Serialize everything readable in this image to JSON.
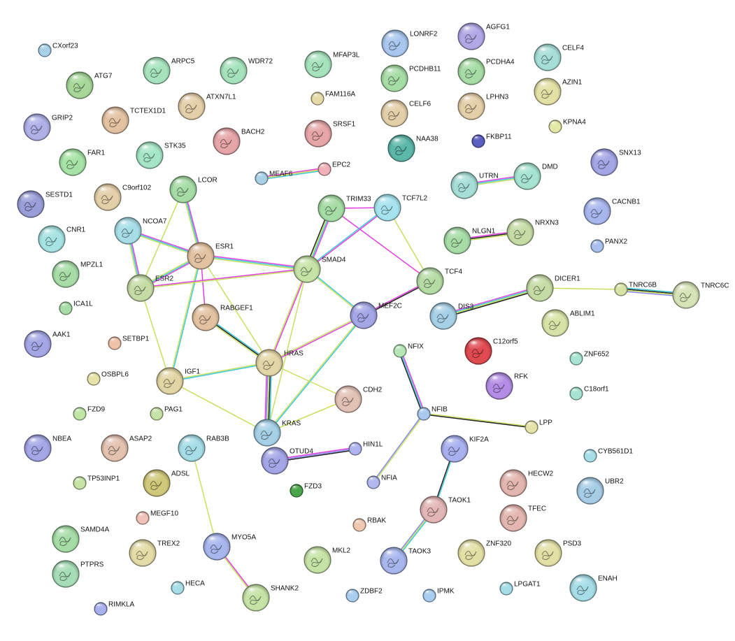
{
  "network": {
    "nodes": [
      {
        "id": "CXorf23",
        "color": "#a8d0e6",
        "size": "s"
      },
      {
        "id": "ATG7",
        "color": "#a7d89a",
        "size": "l"
      },
      {
        "id": "ARPC5",
        "color": "#a6e3bd",
        "size": "l"
      },
      {
        "id": "WDR72",
        "color": "#a6e3bd",
        "size": "l"
      },
      {
        "id": "MFAP3L",
        "color": "#a6e3bd",
        "size": "l"
      },
      {
        "id": "LONRF2",
        "color": "#a8c6ee",
        "size": "l"
      },
      {
        "id": "AGFG1",
        "color": "#b3a8e6",
        "size": "l"
      },
      {
        "id": "CELF4",
        "color": "#a6ded7",
        "size": "l"
      },
      {
        "id": "GRIP2",
        "color": "#aeb0e6",
        "size": "l"
      },
      {
        "id": "TCTEX1D1",
        "color": "#e3c2a2",
        "size": "l"
      },
      {
        "id": "ATXN7L1",
        "color": "#e3cfa8",
        "size": "l"
      },
      {
        "id": "FAM116A",
        "color": "#e6dba8",
        "size": "s"
      },
      {
        "id": "PCDHB11",
        "color": "#a6dca6",
        "size": "l"
      },
      {
        "id": "PCDHA4",
        "color": "#a6dca6",
        "size": "l"
      },
      {
        "id": "AZIN1",
        "color": "#e3e0a6",
        "size": "l"
      },
      {
        "id": "BACH2",
        "color": "#e6a6a8",
        "size": "l"
      },
      {
        "id": "SRSF1",
        "color": "#e6a6a8",
        "size": "l"
      },
      {
        "id": "CELF6",
        "color": "#e3cfa8",
        "size": "l"
      },
      {
        "id": "LPHN3",
        "color": "#e3cfa8",
        "size": "l"
      },
      {
        "id": "KPNA4",
        "color": "#e3e8a6",
        "size": "s"
      },
      {
        "id": "FAR1",
        "color": "#a6e3a6",
        "size": "l"
      },
      {
        "id": "STK35",
        "color": "#a6e6c6",
        "size": "l"
      },
      {
        "id": "NAA38",
        "color": "#5cb8a8",
        "size": "l"
      },
      {
        "id": "FKBP11",
        "color": "#5a5fc0",
        "size": "s"
      },
      {
        "id": "SNX13",
        "color": "#a4a6e6",
        "size": "l"
      },
      {
        "id": "MEAF6",
        "color": "#a8d0e6",
        "size": "s"
      },
      {
        "id": "EPC2",
        "color": "#f0b2b8",
        "size": "s"
      },
      {
        "id": "SESTD1",
        "color": "#9a9ed8",
        "size": "l"
      },
      {
        "id": "C9orf102",
        "color": "#e3cfa8",
        "size": "l"
      },
      {
        "id": "LCOR",
        "color": "#a6dca6",
        "size": "l"
      },
      {
        "id": "UTRN",
        "color": "#a6ded7",
        "size": "l"
      },
      {
        "id": "DMD",
        "color": "#a6e3d0",
        "size": "l"
      },
      {
        "id": "CACNB1",
        "color": "#a8b6ee",
        "size": "l"
      },
      {
        "id": "TRIM33",
        "color": "#a6dca6",
        "size": "l"
      },
      {
        "id": "TCF7L2",
        "color": "#a6e3ee",
        "size": "l"
      },
      {
        "id": "CNR1",
        "color": "#a6e3e3",
        "size": "l"
      },
      {
        "id": "NCOA7",
        "color": "#a6dde6",
        "size": "l"
      },
      {
        "id": "ESR1",
        "color": "#e3c2a2",
        "size": "l"
      },
      {
        "id": "NLGN1",
        "color": "#a6dca6",
        "size": "l"
      },
      {
        "id": "NRXN3",
        "color": "#c6dca6",
        "size": "l"
      },
      {
        "id": "PANX2",
        "color": "#a8c0ee",
        "size": "s"
      },
      {
        "id": "MPZL1",
        "color": "#a6dca6",
        "size": "l"
      },
      {
        "id": "SMAD4",
        "color": "#c6e3a6",
        "size": "l"
      },
      {
        "id": "ESR2",
        "color": "#c6dca6",
        "size": "l"
      },
      {
        "id": "TCF4",
        "color": "#b6dca6",
        "size": "l"
      },
      {
        "id": "DICER1",
        "color": "#c6dca6",
        "size": "l"
      },
      {
        "id": "TNRC6B",
        "color": "#d6e3a6",
        "size": "s"
      },
      {
        "id": "TNRC6C",
        "color": "#d6e3b6",
        "size": "l"
      },
      {
        "id": "ICA1L",
        "color": "#a6dca6",
        "size": "s"
      },
      {
        "id": "RABGEF1",
        "color": "#e3c2a2",
        "size": "l"
      },
      {
        "id": "MEF2C",
        "color": "#a4a6e6",
        "size": "l"
      },
      {
        "id": "DIS3",
        "color": "#a6d0e6",
        "size": "l"
      },
      {
        "id": "ABLIM1",
        "color": "#d6e3a6",
        "size": "l"
      },
      {
        "id": "AAK1",
        "color": "#a4a6e6",
        "size": "l"
      },
      {
        "id": "C12orf5",
        "color": "#e04a50",
        "size": "l"
      },
      {
        "id": "SETBP1",
        "color": "#f0c2a8",
        "size": "s"
      },
      {
        "id": "NFIX",
        "color": "#b6e6b6",
        "size": "s"
      },
      {
        "id": "ZNF652",
        "color": "#a6e3d0",
        "size": "s"
      },
      {
        "id": "HRAS",
        "color": "#e3d6a6",
        "size": "l"
      },
      {
        "id": "IGF1",
        "color": "#e3d6a6",
        "size": "l"
      },
      {
        "id": "OSBPL6",
        "color": "#e6e3a8",
        "size": "s"
      },
      {
        "id": "RFK",
        "color": "#b48ee6",
        "size": "l"
      },
      {
        "id": "C18orf1",
        "color": "#a6e3d0",
        "size": "s"
      },
      {
        "id": "CDH2",
        "color": "#e3c2b6",
        "size": "l"
      },
      {
        "id": "FZD9",
        "color": "#c0e6a6",
        "size": "s"
      },
      {
        "id": "PAG1",
        "color": "#c6e3a6",
        "size": "s"
      },
      {
        "id": "NFIB",
        "color": "#a8c8ee",
        "size": "s"
      },
      {
        "id": "LPP",
        "color": "#e6e3a8",
        "size": "s"
      },
      {
        "id": "KRAS",
        "color": "#a6d0e6",
        "size": "l"
      },
      {
        "id": "NBEA",
        "color": "#a4a6e6",
        "size": "l"
      },
      {
        "id": "ASAP2",
        "color": "#e3c2b0",
        "size": "l"
      },
      {
        "id": "RAB3B",
        "color": "#a6dde6",
        "size": "l"
      },
      {
        "id": "OTUD4",
        "color": "#a4a6e6",
        "size": "l"
      },
      {
        "id": "HIN1L",
        "color": "#b0b4ee",
        "size": "s"
      },
      {
        "id": "KIF2A",
        "color": "#a8b0ee",
        "size": "l"
      },
      {
        "id": "CYB561D1",
        "color": "#a6dde6",
        "size": "s"
      },
      {
        "id": "TP53INP1",
        "color": "#c6e3a6",
        "size": "s"
      },
      {
        "id": "ADSL",
        "color": "#d0c87a",
        "size": "l"
      },
      {
        "id": "FZD3",
        "color": "#4aa64a",
        "size": "s"
      },
      {
        "id": "NFIA",
        "color": "#b0b8ee",
        "size": "s"
      },
      {
        "id": "HECW2",
        "color": "#e3b6b0",
        "size": "l"
      },
      {
        "id": "UBR2",
        "color": "#a6cde6",
        "size": "l"
      },
      {
        "id": "MEGF10",
        "color": "#f0c2b8",
        "size": "s"
      },
      {
        "id": "TAOK1",
        "color": "#e3b6b6",
        "size": "l"
      },
      {
        "id": "TFEC",
        "color": "#e3b6b0",
        "size": "l"
      },
      {
        "id": "RBAK",
        "color": "#f0c8b0",
        "size": "s"
      },
      {
        "id": "SAMD4A",
        "color": "#a6dca6",
        "size": "l"
      },
      {
        "id": "MYO5A",
        "color": "#a8b6ee",
        "size": "l"
      },
      {
        "id": "TREX2",
        "color": "#e3dca6",
        "size": "l"
      },
      {
        "id": "MKL2",
        "color": "#c6e3a6",
        "size": "l"
      },
      {
        "id": "TAOK3",
        "color": "#a8b6ee",
        "size": "l"
      },
      {
        "id": "ZNF320",
        "color": "#e3e0a6",
        "size": "l"
      },
      {
        "id": "PSD3",
        "color": "#e3e0a6",
        "size": "l"
      },
      {
        "id": "PTPRS",
        "color": "#a6dcb6",
        "size": "l"
      },
      {
        "id": "HECA",
        "color": "#a6dde6",
        "size": "s"
      },
      {
        "id": "SHANK2",
        "color": "#c6e3a6",
        "size": "l"
      },
      {
        "id": "ZDBF2",
        "color": "#a8cdee",
        "size": "s"
      },
      {
        "id": "IPMK",
        "color": "#a8cdee",
        "size": "s"
      },
      {
        "id": "LPGAT1",
        "color": "#a6dde6",
        "size": "s"
      },
      {
        "id": "ENAH",
        "color": "#a6dde6",
        "size": "l"
      },
      {
        "id": "RIMKLA",
        "color": "#a8b0ee",
        "size": "s"
      }
    ],
    "edges": [
      {
        "source": "MEAF6",
        "target": "EPC2",
        "colors": [
          "#e040e0",
          "#d6d64a",
          "#3cc8d6"
        ]
      },
      {
        "source": "UTRN",
        "target": "DMD",
        "colors": [
          "#e040e0",
          "#3cc8d6",
          "#c8e060"
        ]
      },
      {
        "source": "NLGN1",
        "target": "NRXN3",
        "colors": [
          "#e040e0",
          "#222222",
          "#c8e060"
        ]
      },
      {
        "source": "TNRC6B",
        "target": "TNRC6C",
        "colors": [
          "#3cc8d6",
          "#222222",
          "#c8e060",
          "#8888ee"
        ]
      },
      {
        "source": "DIS3",
        "target": "DICER1",
        "colors": [
          "#e040e0",
          "#3cc8d6",
          "#c8e060",
          "#222222"
        ]
      },
      {
        "source": "DICER1",
        "target": "TNRC6B",
        "colors": [
          "#c8e060"
        ]
      },
      {
        "source": "LCOR",
        "target": "ESR1",
        "colors": [
          "#e040e0",
          "#3cc8d6",
          "#c8e060"
        ]
      },
      {
        "source": "LCOR",
        "target": "ESR2",
        "colors": [
          "#c8e060"
        ]
      },
      {
        "source": "NCOA7",
        "target": "ESR1",
        "colors": [
          "#e040e0",
          "#3cc8d6",
          "#c8e060"
        ]
      },
      {
        "source": "NCOA7",
        "target": "ESR2",
        "colors": [
          "#e040e0",
          "#3cc8d6",
          "#c8e060"
        ]
      },
      {
        "source": "ESR1",
        "target": "ESR2",
        "colors": [
          "#e040e0",
          "#3cc8d6",
          "#c8e060"
        ]
      },
      {
        "source": "ESR1",
        "target": "SMAD4",
        "colors": [
          "#e040e0",
          "#3cc8d6",
          "#c8e060"
        ]
      },
      {
        "source": "ESR1",
        "target": "RABGEF1",
        "colors": [
          "#e040e0"
        ]
      },
      {
        "source": "ESR1",
        "target": "IGF1",
        "colors": [
          "#3cc8d6",
          "#c8e060"
        ]
      },
      {
        "source": "ESR1",
        "target": "HRAS",
        "colors": [
          "#c8e060"
        ]
      },
      {
        "source": "ESR2",
        "target": "SMAD4",
        "colors": [
          "#e040e0",
          "#c8e060"
        ]
      },
      {
        "source": "ESR2",
        "target": "IGF1",
        "colors": [
          "#c8e060"
        ]
      },
      {
        "source": "TRIM33",
        "target": "TCF7L2",
        "colors": [
          "#e040e0"
        ]
      },
      {
        "source": "TRIM33",
        "target": "SMAD4",
        "colors": [
          "#e040e0",
          "#3cc8d6",
          "#c8e060",
          "#222222"
        ]
      },
      {
        "source": "TRIM33",
        "target": "TCF4",
        "colors": [
          "#e040e0"
        ]
      },
      {
        "source": "TCF7L2",
        "target": "SMAD4",
        "colors": [
          "#e040e0",
          "#3cc8d6"
        ]
      },
      {
        "source": "TCF7L2",
        "target": "TCF4",
        "colors": [
          "#c8e060"
        ]
      },
      {
        "source": "SMAD4",
        "target": "MEF2C",
        "colors": [
          "#3cc8d6",
          "#c8e060"
        ]
      },
      {
        "source": "SMAD4",
        "target": "HRAS",
        "colors": [
          "#e040e0",
          "#c8e060"
        ]
      },
      {
        "source": "SMAD4",
        "target": "KRAS",
        "colors": [
          "#c8e060"
        ]
      },
      {
        "source": "MEF2C",
        "target": "TCF4",
        "colors": [
          "#e040e0",
          "#222222"
        ]
      },
      {
        "source": "MEF2C",
        "target": "HRAS",
        "colors": [
          "#e040e0",
          "#c8e060"
        ]
      },
      {
        "source": "MEF2C",
        "target": "KRAS",
        "colors": [
          "#3cc8d6",
          "#c8e060"
        ]
      },
      {
        "source": "RABGEF1",
        "target": "HRAS",
        "colors": [
          "#3cc8d6",
          "#222222",
          "#c8e060"
        ]
      },
      {
        "source": "HRAS",
        "target": "IGF1",
        "colors": [
          "#3cc8d6",
          "#c8e060"
        ]
      },
      {
        "source": "HRAS",
        "target": "KRAS",
        "colors": [
          "#3cc8d6",
          "#222222",
          "#c8e060",
          "#8888ee",
          "#e040e0"
        ]
      },
      {
        "source": "HRAS",
        "target": "CDH2",
        "colors": [
          "#c8e060"
        ]
      },
      {
        "source": "IGF1",
        "target": "KRAS",
        "colors": [
          "#c8e060"
        ]
      },
      {
        "source": "KRAS",
        "target": "CDH2",
        "colors": [
          "#c8e060"
        ]
      },
      {
        "source": "OTUD4",
        "target": "HIN1L",
        "colors": [
          "#e040e0",
          "#8888ee",
          "#222222"
        ]
      },
      {
        "source": "NFIX",
        "target": "NFIB",
        "colors": [
          "#e040e0",
          "#3cc8d6",
          "#222222"
        ]
      },
      {
        "source": "NFIB",
        "target": "LPP",
        "colors": [
          "#c8e060",
          "#222222"
        ]
      },
      {
        "source": "NFIB",
        "target": "NFIA",
        "colors": [
          "#c8e060",
          "#8888ee"
        ]
      },
      {
        "source": "KIF2A",
        "target": "TAOK1",
        "colors": [
          "#3cc8d6",
          "#222222"
        ]
      },
      {
        "source": "TAOK1",
        "target": "TAOK3",
        "colors": [
          "#3cc8d6",
          "#c8e060",
          "#8888ee"
        ]
      },
      {
        "source": "RAB3B",
        "target": "MYO5A",
        "colors": [
          "#c8e060"
        ]
      },
      {
        "source": "MYO5A",
        "target": "SHANK2",
        "colors": [
          "#e040e0",
          "#c8e060"
        ]
      }
    ]
  }
}
